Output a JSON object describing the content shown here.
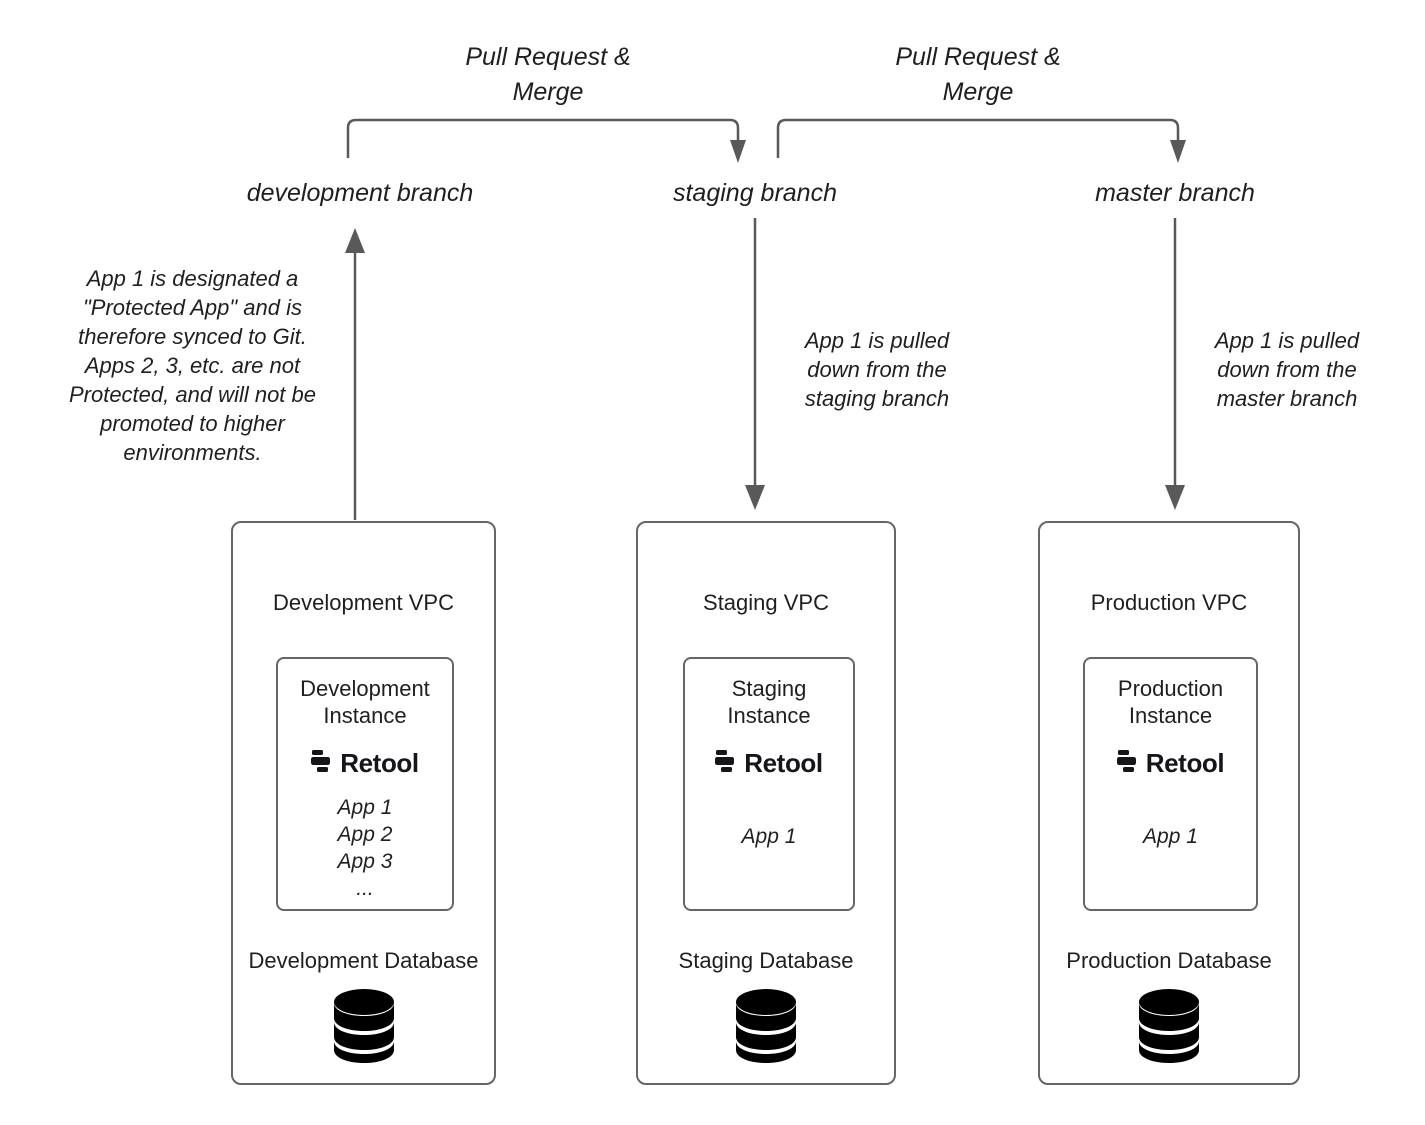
{
  "diagram": {
    "title": "Retool Git multi-environment promotion flow",
    "stroke_color": "#666666",
    "text_color": "#1f1f1f",
    "logo_color": "#16161a"
  },
  "flows": [
    {
      "id": "dev-to-staging",
      "label": "Pull Request &\nMerge",
      "from": "development branch",
      "to": "staging branch"
    },
    {
      "id": "staging-to-master",
      "label": "Pull Request &\nMerge",
      "from": "staging branch",
      "to": "master branch"
    }
  ],
  "branches": [
    {
      "id": "development",
      "label": "development branch"
    },
    {
      "id": "staging",
      "label": "staging branch"
    },
    {
      "id": "master",
      "label": "master branch"
    }
  ],
  "notes": [
    {
      "id": "protected-app-note",
      "text": "App 1 is designated a \"Protected App\" and is therefore synced to Git. Apps 2, 3, etc. are not Protected, and will not be promoted to higher environments."
    },
    {
      "id": "staging-pull-note",
      "text": "App 1 is pulled down from the staging branch"
    },
    {
      "id": "master-pull-note",
      "text": "App 1 is pulled down from the master branch"
    }
  ],
  "environments": [
    {
      "id": "development",
      "vpc_title": "Development VPC",
      "instance_title": "Development\nInstance",
      "logo_text": "Retool",
      "apps": [
        "App 1",
        "App 2",
        "App 3",
        "..."
      ],
      "database_title": "Development Database",
      "database_icon": "database-icon"
    },
    {
      "id": "staging",
      "vpc_title": "Staging VPC",
      "instance_title": "Staging\nInstance",
      "logo_text": "Retool",
      "apps": [
        "App 1"
      ],
      "database_title": "Staging Database",
      "database_icon": "database-icon"
    },
    {
      "id": "production",
      "vpc_title": "Production VPC",
      "instance_title": "Production\nInstance",
      "logo_text": "Retool",
      "apps": [
        "App 1"
      ],
      "database_title": "Production Database",
      "database_icon": "database-icon"
    }
  ]
}
